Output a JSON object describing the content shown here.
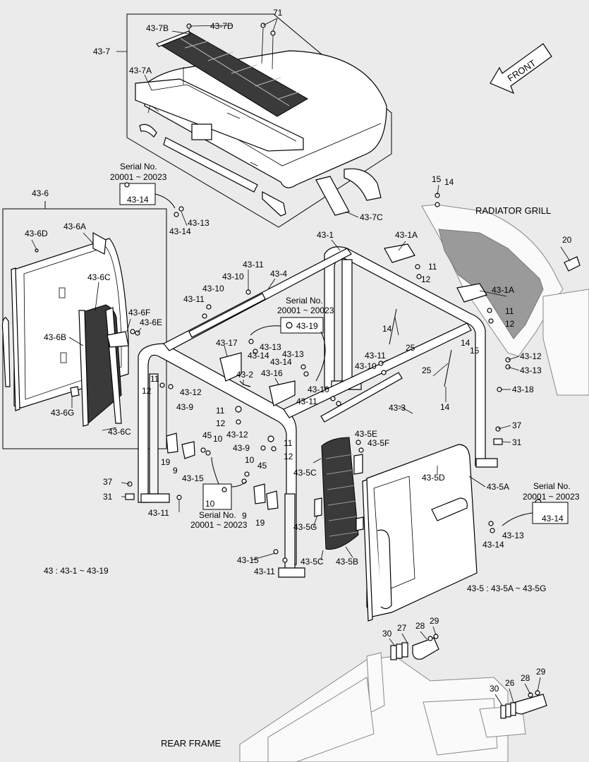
{
  "title": "",
  "group_ranges": {
    "g43": "43 : 43-1 ~ 43-19",
    "g43_5": "43-5 : 43-5A ~ 43-5G"
  },
  "area_labels": {
    "radiator_grill": "RADIATOR GRILL",
    "rear_frame": "REAR FRAME",
    "front": "FRONT"
  },
  "serial_notes": [
    {
      "line1": "Serial No.",
      "line2": "20001 ~ 20023",
      "part": "43-14"
    },
    {
      "line1": "Serial No.",
      "line2": "20001 ~ 20023",
      "part": "43-19"
    },
    {
      "line1": "Serial No.",
      "line2": "20001 ~ 20023",
      "part": "10"
    },
    {
      "line1": "Serial No.",
      "line2": "20001 ~ 20023",
      "part": "43-14"
    }
  ],
  "callouts": {
    "c43_7": "43-7",
    "c43_7B": "43-7B",
    "c43_7D": "43-7D",
    "c71": "71",
    "c43_7A": "43-7A",
    "c43_7C": "43-7C",
    "c43_6": "43-6",
    "c43_6A": "43-6A",
    "c43_6D": "43-6D",
    "c43_6C_top": "43-6C",
    "c43_6F": "43-6F",
    "c43_6E": "43-6E",
    "c43_6B": "43-6B",
    "c43_6G": "43-6G",
    "c43_6C_bot": "43-6C",
    "c43_14_a": "43-14",
    "c43_13_a": "43-13",
    "c15_a": "15",
    "c14_a": "14",
    "c20": "20",
    "c43_1": "43-1",
    "c43_1A_a": "43-1A",
    "c11_a": "11",
    "c12_a": "12",
    "c43_1A_b": "43-1A",
    "c11_b": "11",
    "c12_b": "12",
    "c43_11_a": "43-11",
    "c43_10_a": "43-10",
    "c43_4": "43-4",
    "c43_10_b": "43-10",
    "c43_11_b": "43-11",
    "c43_17": "43-17",
    "c43_13_b": "43-13",
    "c43_14_b": "43-14",
    "c43_13_c": "43-13",
    "c43_14_c": "43-14",
    "c43_2": "43-2",
    "c43_16": "43-16",
    "c14_b": "14",
    "c25_a": "25",
    "c43_11_c": "43-11",
    "c43_10_c": "43-10",
    "c14_c": "14",
    "c15_b": "15",
    "c43_12_a": "43-12",
    "c43_13_d": "43-13",
    "c25_b": "25",
    "c14_d": "14",
    "c43_18": "43-18",
    "c11_c": "11",
    "c12_c": "12",
    "c43_12_b": "43-12",
    "c43_9_a": "43-9",
    "c43_10_d": "43-10",
    "c43_11_d": "43-11",
    "c43_3": "43-3",
    "c11_d": "11",
    "c12_d": "12",
    "c43_12_c": "43-12",
    "c43_9_b": "43-9",
    "c11_e": "11",
    "c12_e": "12",
    "c45_a": "45",
    "c10_a": "10",
    "c19_a": "19",
    "c9_a": "9",
    "c43_5E": "43-5E",
    "c43_5F": "43-5F",
    "c37_a": "37",
    "c31_a": "31",
    "c43_5C_a": "43-5C",
    "c43_5D": "43-5D",
    "c43_5A": "43-5A",
    "c10_b": "10",
    "c45_b": "45",
    "c9_b": "9",
    "c19_b": "19",
    "c37_b": "37",
    "c31_b": "31",
    "c43_15_a": "43-15",
    "c43_11_e": "43-11",
    "c43_5G": "43-5G",
    "c43_13_e": "43-13",
    "c43_14_d": "43-14",
    "c43_15_b": "43-15",
    "c43_11_f": "43-11",
    "c43_5C_b": "43-5C",
    "c43_5B": "43-5B",
    "c30_a": "30",
    "c27": "27",
    "c28_a": "28",
    "c29_a": "29",
    "c30_b": "30",
    "c26": "26",
    "c28_b": "28",
    "c29_b": "29"
  }
}
